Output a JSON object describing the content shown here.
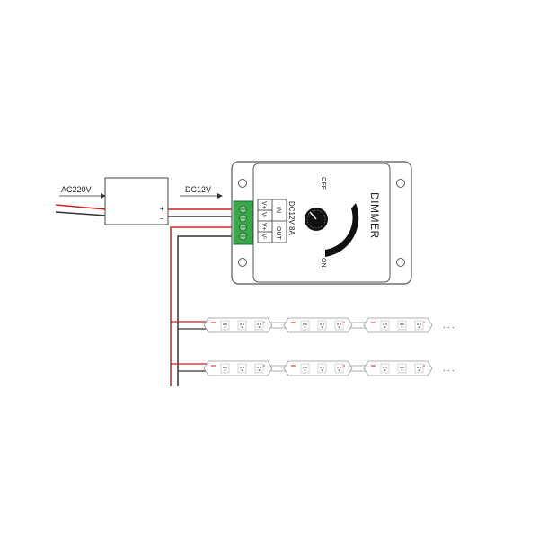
{
  "labels": {
    "ac_input": "AC220V",
    "dc_output": "DC12V",
    "psu_plus": "+",
    "psu_minus": "–",
    "off": "OFF",
    "on": "ON",
    "dimmer": "DIMMER",
    "rating": "DC12V 8A",
    "terminal_in": "IN",
    "terminal_out": "OUT",
    "pin_1": "V+",
    "pin_2": "V-",
    "pin_3": "V+",
    "pin_4": "V-",
    "ellipsis": ". . ."
  },
  "strips": {
    "rows": 2,
    "modules_per_row": 3,
    "leds_per_module": 3
  },
  "colors": {
    "line": "#333333",
    "red_wire": "#cc2222",
    "terminal_green": "#3aa84a",
    "terminal_dark": "#1f6e2c",
    "outline": "#555555",
    "knob": "#111111"
  }
}
